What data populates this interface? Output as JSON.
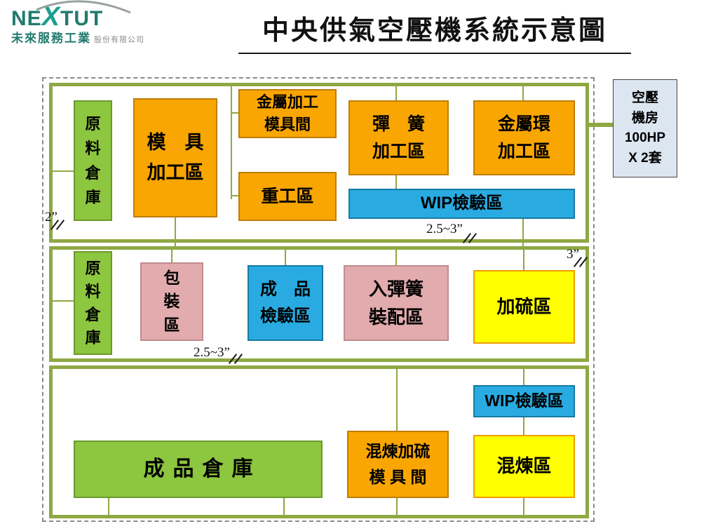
{
  "title": "中央供氣空壓機系統示意圖",
  "logo": {
    "brand_ne": "NE",
    "brand_x": "X",
    "brand_tut": "TUT",
    "company": "未來服務工業",
    "suffix": "股份有限公司"
  },
  "compressor": {
    "lines": [
      "空壓",
      "機房",
      "100HP",
      "X 2套"
    ]
  },
  "rooms": {
    "raw_warehouse_top": {
      "chars": [
        "原",
        "料",
        "倉",
        "庫"
      ]
    },
    "mold_area": {
      "lines": [
        "模　具",
        "加工區"
      ]
    },
    "metal_mold_room": {
      "lines": [
        "金屬加工",
        "模具間"
      ]
    },
    "heavy_area": {
      "label": "重工區"
    },
    "spring_area": {
      "lines": [
        "彈　簧",
        "加工區"
      ]
    },
    "metal_ring_area": {
      "lines": [
        "金屬環",
        "加工區"
      ]
    },
    "wip_top": {
      "label": "WIP檢驗區"
    },
    "raw_warehouse_mid": {
      "chars": [
        "原",
        "料",
        "倉",
        "庫"
      ]
    },
    "packing_area": {
      "chars": [
        "包",
        "裝",
        "區"
      ]
    },
    "finished_inspect": {
      "lines": [
        "成　品",
        "檢驗區"
      ]
    },
    "spring_assembly": {
      "lines": [
        "入彈簧",
        "裝配區"
      ]
    },
    "vulcanize_area": {
      "label": "加硫區"
    },
    "wip_bottom": {
      "label": "WIP檢驗區"
    },
    "finished_warehouse": {
      "label": "成品倉庫"
    },
    "mixing_mold_room": {
      "lines": [
        "混煉加硫",
        "模 具 間"
      ]
    },
    "mixing_area": {
      "label": "混煉區"
    }
  },
  "pipe_labels": {
    "left": "2”",
    "top": "2.5~3”",
    "right": "3”",
    "middle": "2.5~3”"
  },
  "colors": {
    "orange": "#f9a602",
    "green": "#8dc63f",
    "blue": "#29abe2",
    "pink": "#e2abad",
    "yellow": "#ffff00",
    "pipe": "#8fa843",
    "compressor_fill": "#dce6f1",
    "brand_teal": "#227a6e"
  }
}
